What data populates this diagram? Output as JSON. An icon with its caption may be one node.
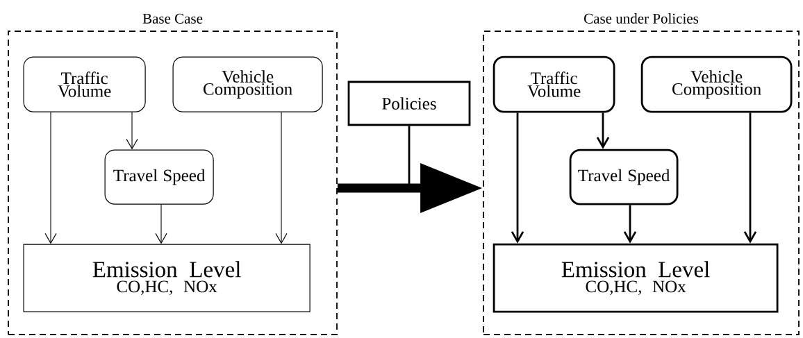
{
  "diagram": {
    "nodes": [
      {
        "text": [
          "Base Case"
        ]
      },
      {
        "text": [
          "Traffic Volume"
        ],
        "in": 0
      },
      {
        "text": [
          "Vehicle Composition"
        ],
        "in": 0
      },
      {
        "text": [
          "Travel Speed"
        ],
        "in": 0
      },
      {
        "text": [
          "Emission Level",
          "CO,HC, NOx"
        ],
        "in": 0
      },
      {
        "text": [
          "Policies"
        ]
      },
      {
        "text": [
          "Case under Policies"
        ]
      },
      {
        "text": [
          "Traffic Volume"
        ],
        "in": 6
      },
      {
        "text": [
          "Vehicle Composition"
        ],
        "in": 6
      },
      {
        "text": [
          "Travel Speed"
        ],
        "in": 6
      },
      {
        "text": [
          "Emission Level",
          "CO,HC, NOx"
        ],
        "in": 6
      }
    ],
    "edges": [
      {
        "from": 1,
        "to": 3,
        "arrow": "to"
      },
      {
        "from": 1,
        "to": 4,
        "arrow": "to"
      },
      {
        "from": 3,
        "to": 4,
        "arrow": "to"
      },
      {
        "from": 2,
        "to": 4,
        "arrow": "to"
      },
      {
        "from": 0,
        "to": 6,
        "arrow": "to",
        "style": "thick"
      },
      {
        "from": 5,
        "to": null,
        "arrow": "none"
      },
      {
        "from": 7,
        "to": 9,
        "arrow": "to"
      },
      {
        "from": 7,
        "to": 10,
        "arrow": "to"
      },
      {
        "from": 9,
        "to": 10,
        "arrow": "to"
      },
      {
        "from": 8,
        "to": 10,
        "arrow": "to"
      }
    ]
  }
}
